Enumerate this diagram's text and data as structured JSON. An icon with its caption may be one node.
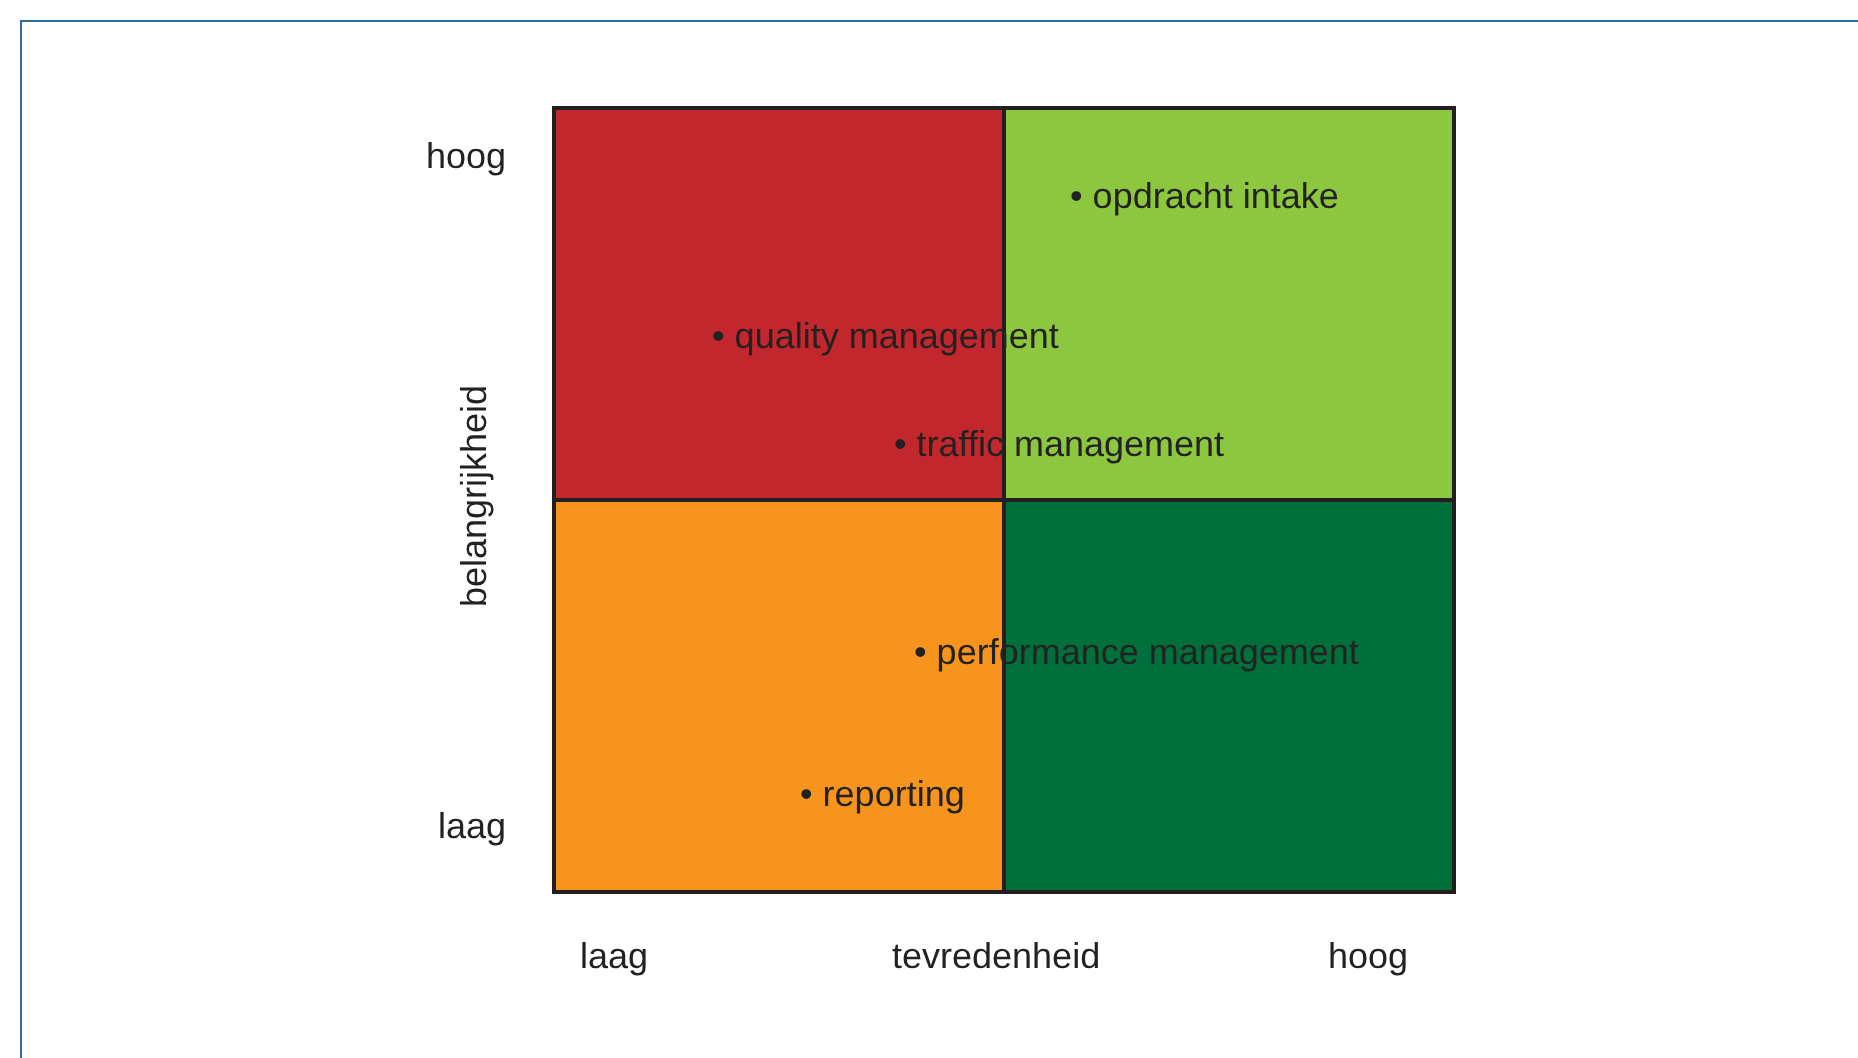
{
  "diagram": {
    "nodes": [
      {
        "text": [],
        "shape": "box"
      },
      {
        "text": [],
        "shape": "box"
      },
      {
        "text": [],
        "shape": "box"
      },
      {
        "text": [],
        "shape": "box"
      }
    ],
    "labels": [
      "hoog",
      "• opdracht intake",
      "• quality management",
      "• traffic management",
      "belangrijkheid",
      "• performance management",
      "• reporting",
      "laag",
      "laag",
      "tevredenheid",
      "hoog"
    ]
  }
}
